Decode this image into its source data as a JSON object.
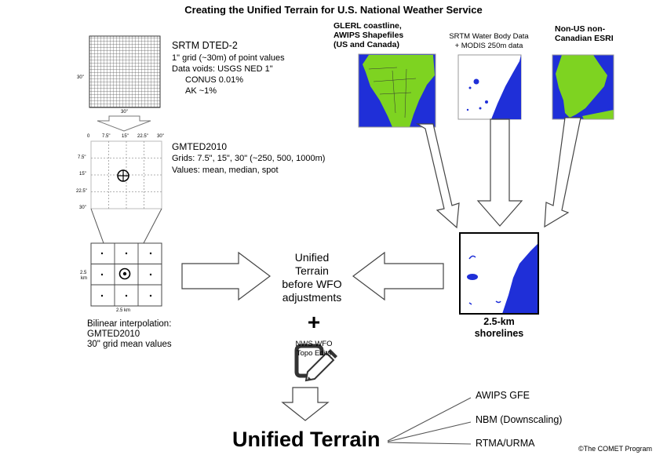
{
  "title": "Creating the Unified Terrain for U.S. National Weather Service",
  "srtm_block": {
    "heading": "SRTM DTED-2",
    "line1": "1\" grid (~30m) of point values",
    "line2": "Data voids: USGS NED 1\"",
    "line3": "CONUS 0.01%",
    "line4": "AK ~1%",
    "grid_left_label": "30\"",
    "grid_bottom_label": "30\""
  },
  "gmted_block": {
    "heading": "GMTED2010",
    "line1": "Grids: 7.5\", 15\", 30\" (~250, 500, 1000m)",
    "line2": "Values: mean, median, spot",
    "top_ticks": [
      "0",
      "7.5\"",
      "15\"",
      "22.5\"",
      "30\""
    ],
    "left_ticks": [
      "7.5\"",
      "15\"",
      "22.5\"",
      "30\""
    ]
  },
  "bilinear_block": {
    "side_label_1": "2.5",
    "side_label_2": "km",
    "bottom_label": "2.5 km",
    "line1": "Bilinear interpolation:",
    "line2": "GMTED2010",
    "line3": "30\" grid mean values"
  },
  "center_block": {
    "line1": "Unified",
    "line2": "Terrain",
    "line3": "before WFO",
    "line4": "adjustments",
    "plus": "+",
    "edits_1": "NWS WFO",
    "edits_2": "Topo Edits"
  },
  "sources": {
    "glerl_1": "GLERL coastline,",
    "glerl_2": "AWIPS Shapefiles",
    "glerl_3": "(US and Canada)",
    "srtm_water_1": "SRTM Water Body Data",
    "srtm_water_2": "+ MODIS 250m data",
    "esri_1": "Non-US non-",
    "esri_2": "Canadian ESRI"
  },
  "shoreline_block": {
    "line1": "2.5-km",
    "line2": "shorelines"
  },
  "final": {
    "label": "Unified Terrain",
    "outputs": [
      "AWIPS GFE",
      "NBM (Downscaling)",
      "RTMA/URMA"
    ]
  },
  "copyright": "©The COMET Program",
  "colors": {
    "land": "#7ed321",
    "water": "#1f2fd8",
    "map_border": "#999999"
  }
}
